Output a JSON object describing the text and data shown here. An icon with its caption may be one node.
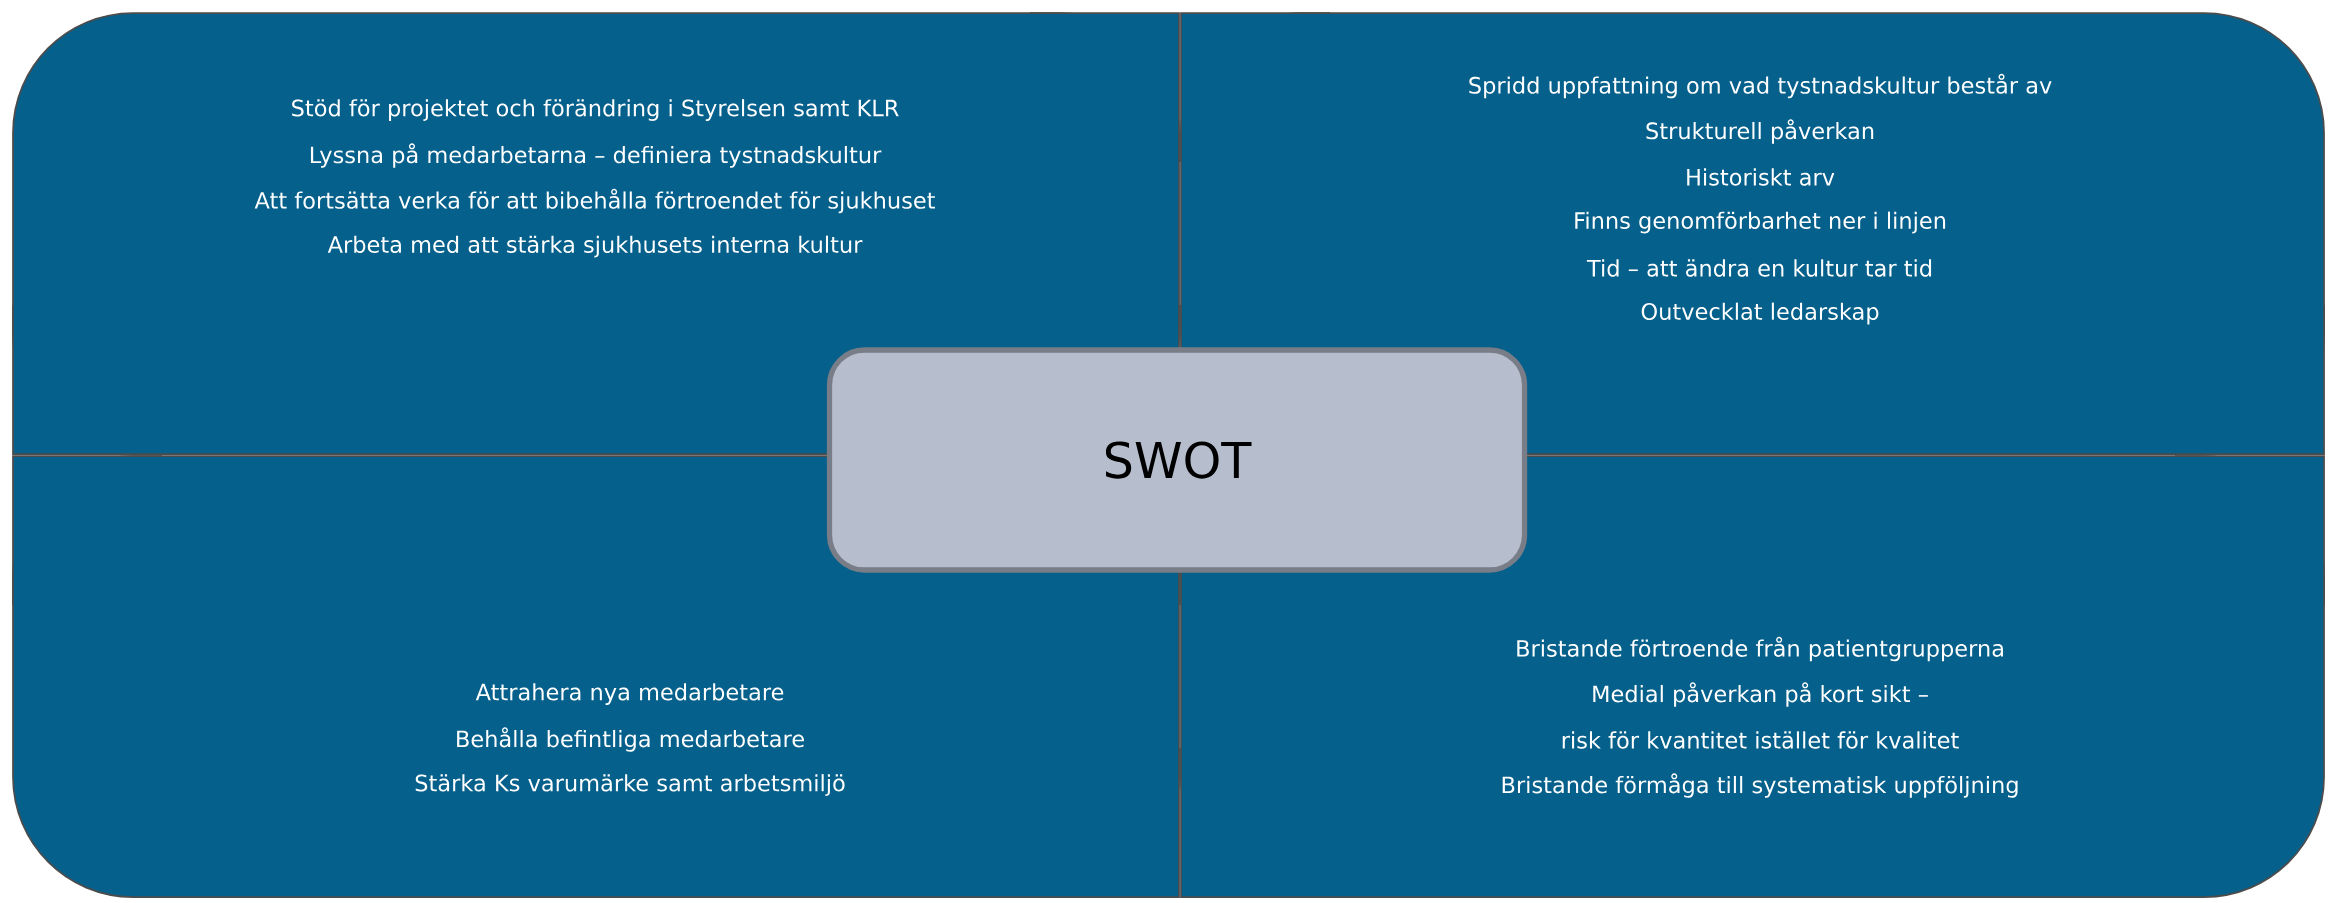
{
  "diagram": {
    "nodes": [
      {
        "text": [
          "Stöd för projektet och förändring i Styrelsen samt KLR",
          "Lyssna på medarbetarna – definiera tystnadskultur",
          "Att fortsätta verka för att bibehålla förtroendet för sjukhuset",
          "Arbeta med att stärka sjukhusets interna kultur"
        ]
      },
      {
        "text": [
          "Spridd uppfattning om vad tystnadskultur består av",
          "Strukturell påverkan",
          "Historiskt arv",
          "Finns genomförbarhet ner i linjen",
          "Tid – att ändra en kultur tar tid",
          "Outvecklat ledarskap"
        ]
      },
      {
        "text": [
          "Attrahera nya medarbetare",
          "Behålla befintliga medarbetare",
          "Stärka Ks varumärke samt arbetsmiljö"
        ]
      },
      {
        "text": [
          "Bristande förtroende från patientgrupperna",
          "Medial påverkan på kort sikt –",
          "risk för kvantitet istället för kvalitet",
          "Bristande förmåga till systematisk uppföljning"
        ]
      },
      {
        "text": [
          "SWOT"
        ]
      }
    ]
  }
}
